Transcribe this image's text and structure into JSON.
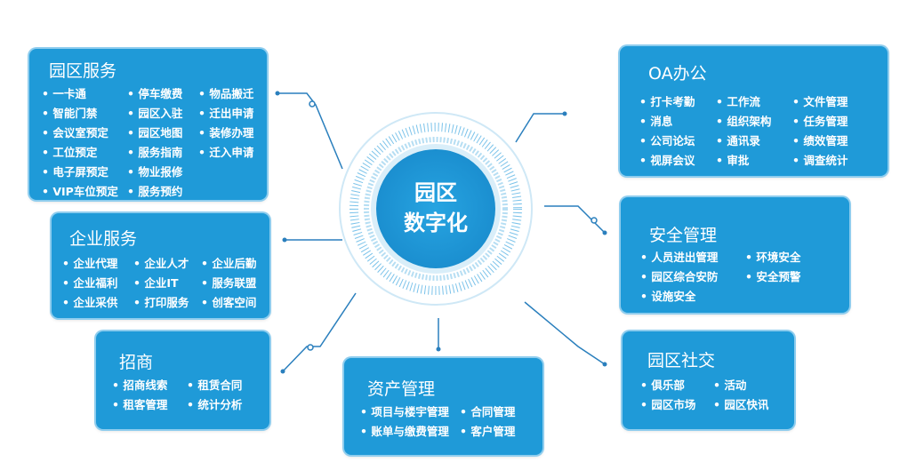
{
  "center": {
    "line1": "园区",
    "line2": "数字化"
  },
  "colors": {
    "box": "#1f9ad8",
    "line": "#2a7fbd"
  },
  "park_services": {
    "title": "园区服务",
    "items": [
      "一卡通",
      "停车缴费",
      "物品搬迁",
      "智能门禁",
      "园区入驻",
      "迁出申请",
      "会议室预定",
      "园区地图",
      "装修办理",
      "工位预定",
      "服务指南",
      "迁入申请",
      "电子屏预定",
      "物业报修",
      "",
      "VIP车位预定",
      "服务预约",
      ""
    ]
  },
  "enterprise_services": {
    "title": "企业服务",
    "items": [
      "企业代理",
      "企业人才",
      "企业后勤",
      "企业福利",
      "企业IT",
      "服务联盟",
      "企业采供",
      "打印服务",
      "创客空间"
    ]
  },
  "investment": {
    "title": "招商",
    "items": [
      "招商线索",
      "租赁合同",
      "租客管理",
      "统计分析"
    ]
  },
  "asset_management": {
    "title": "资产管理",
    "items": [
      "项目与楼宇管理",
      "合同管理",
      "账单与缴费管理",
      "客户管理"
    ]
  },
  "park_social": {
    "title": "园区社交",
    "items": [
      "俱乐部",
      "活动",
      "园区市场",
      "园区快讯"
    ]
  },
  "security": {
    "title": "安全管理",
    "items": [
      "人员进出管理",
      "环境安全",
      "园区综合安防",
      "安全预警",
      "设施安全",
      ""
    ]
  },
  "oa": {
    "title": "OA办公",
    "items": [
      "打卡考勤",
      "工作流",
      "文件管理",
      "消息",
      "组织架构",
      "任务管理",
      "公司论坛",
      "通讯录",
      "绩效管理",
      "视屏会议",
      "审批",
      "调查统计"
    ]
  }
}
